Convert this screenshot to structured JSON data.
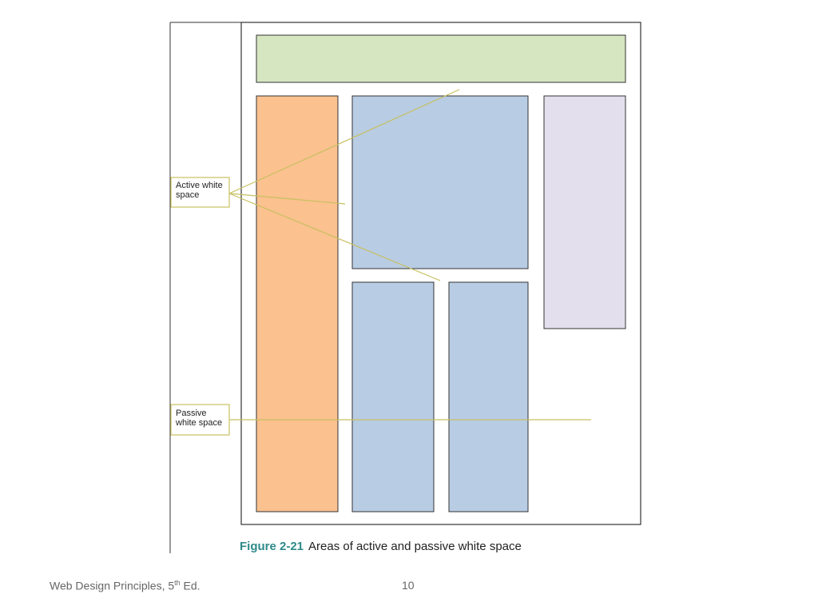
{
  "figure": {
    "caption_number": "Figure 2-21",
    "caption_text": "Areas of active and passive white space",
    "callouts": [
      {
        "id": "active",
        "label": "Active white\nspace"
      },
      {
        "id": "passive",
        "label": "Passive\nwhite space"
      }
    ],
    "colors": {
      "header_block": "#d5e6c1",
      "left_column": "#fbc18f",
      "content_blocks": "#b8cce4",
      "right_column": "#e4dfec",
      "callout_line": "#c8c060",
      "outline": "#333333"
    }
  },
  "footer": {
    "title_prefix": "Web Design Principles, 5",
    "title_superscript": "th",
    "title_suffix": " Ed.",
    "page_number": "10"
  }
}
